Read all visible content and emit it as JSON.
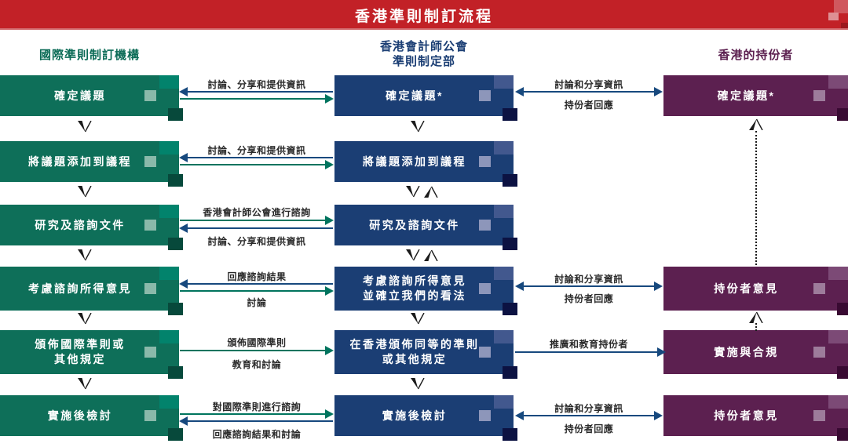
{
  "title": "香港準則制訂流程",
  "columns": {
    "intl": {
      "header": "國際準則制訂機構"
    },
    "hkicpa": {
      "header": "香港會計師公會\n準則制定部"
    },
    "stakeholders": {
      "header": "香港的持份者"
    }
  },
  "boxes": {
    "intl": [
      {
        "label": "確定議題"
      },
      {
        "label": "將議題添加到議程"
      },
      {
        "label": "研究及諮詢文件"
      },
      {
        "label": "考慮諮詢所得意見"
      },
      {
        "label": "頒佈國際準則或\n其他規定"
      },
      {
        "label": "實施後檢討"
      }
    ],
    "hkicpa": [
      {
        "label": "確定議題*"
      },
      {
        "label": "將議題添加到議程"
      },
      {
        "label": "研究及諮詢文件"
      },
      {
        "label": "考慮諮詢所得意見\n並確立我們的看法"
      },
      {
        "label": "在香港頒佈同等的準則\n或其他規定"
      },
      {
        "label": "實施後檢討"
      }
    ],
    "stakeholders": [
      {
        "label": "確定議題*"
      },
      {
        "label": "持份者意見"
      },
      {
        "label": "實施與合規"
      },
      {
        "label": "持份者意見"
      }
    ]
  },
  "links_lm": [
    {
      "top": "討論、分享和提供資訊"
    },
    {
      "top": "討論、分享和提供資訊"
    },
    {
      "top": "香港會計師公會進行諮詢",
      "bottom": "討論、分享和提供資訊"
    },
    {
      "top": "回應諮詢結果",
      "bottom": "討論"
    },
    {
      "top": "頒佈國際準則",
      "bottom": "教育和討論"
    },
    {
      "top": "對國際準則進行諮詢",
      "bottom": "回應諮詢結果和討論"
    }
  ],
  "links_mr": {
    "r1": {
      "top": "討論和分享資訊",
      "bottom": "持份者回應"
    },
    "r4": {
      "top": "討論和分享資訊",
      "bottom": "持份者回應"
    },
    "r5": {
      "top": "推廣和教育持份者"
    },
    "r6": {
      "top": "討論和分享資訊",
      "bottom": "持份者回應"
    }
  },
  "colors": {
    "header_bar": "#c22127",
    "intl_green": "#0e6f59",
    "hkicpa_blue": "#1b3e74",
    "stakeholder_purple": "#5c2050",
    "arrow_green": "#00745e",
    "arrow_blue": "#17497e"
  }
}
